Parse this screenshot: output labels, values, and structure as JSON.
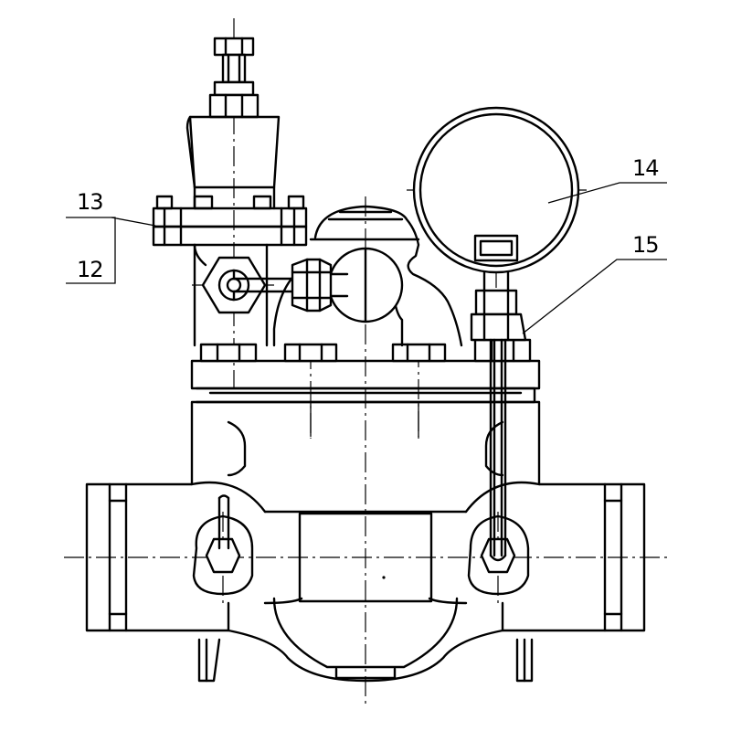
{
  "labels": {
    "l12": "12",
    "l13": "13",
    "l14": "14",
    "l15": "15"
  },
  "colors": {
    "line": "#000000",
    "background": "#ffffff"
  }
}
